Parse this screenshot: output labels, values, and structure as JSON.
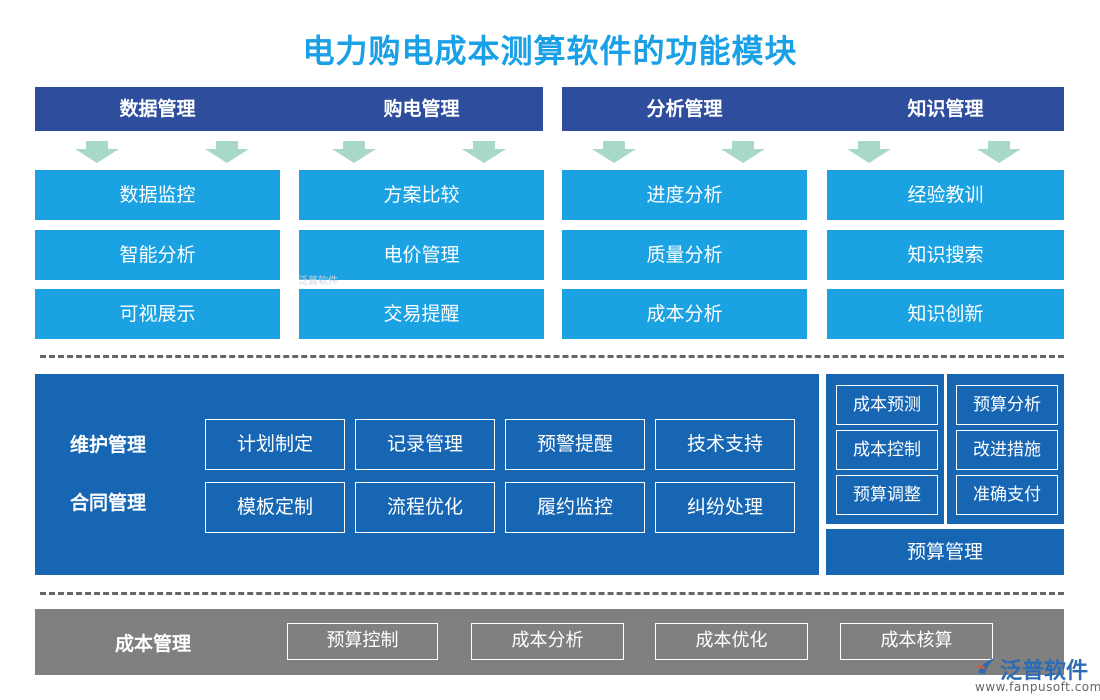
{
  "title": "电力购电成本测算软件的功能模块",
  "top_headers": [
    "数据管理",
    "购电管理",
    "分析管理",
    "知识管理"
  ],
  "columns": [
    {
      "items": [
        "数据监控",
        "智能分析",
        "可视展示"
      ]
    },
    {
      "items": [
        "方案比较",
        "电价管理",
        "交易提醒"
      ]
    },
    {
      "items": [
        "进度分析",
        "质量分析",
        "成本分析"
      ]
    },
    {
      "items": [
        "经验教训",
        "知识搜索",
        "知识创新"
      ]
    }
  ],
  "middle": {
    "rows": [
      {
        "label": "维护管理",
        "items": [
          "计划制定",
          "记录管理",
          "预警提醒",
          "技术支持"
        ]
      },
      {
        "label": "合同管理",
        "items": [
          "模板定制",
          "流程优化",
          "履约监控",
          "纠纷处理"
        ]
      }
    ]
  },
  "budget": {
    "left": [
      "成本预测",
      "成本控制",
      "预算调整"
    ],
    "right": [
      "预算分析",
      "改进措施",
      "准确支付"
    ],
    "label": "预算管理"
  },
  "bottom": {
    "label": "成本管理",
    "items": [
      "预算控制",
      "成本分析",
      "成本优化",
      "成本核算"
    ]
  },
  "logo": {
    "name": "泛普软件",
    "url": "www.fanpusoft.com"
  },
  "watermark": "泛普软件",
  "colors": {
    "title": "#1aa0e6",
    "header": "#2e4d9c",
    "cell": "#1aa2e3",
    "middle": "#1666b4",
    "bottom": "#808080",
    "arrow": "#a8d8c8"
  }
}
